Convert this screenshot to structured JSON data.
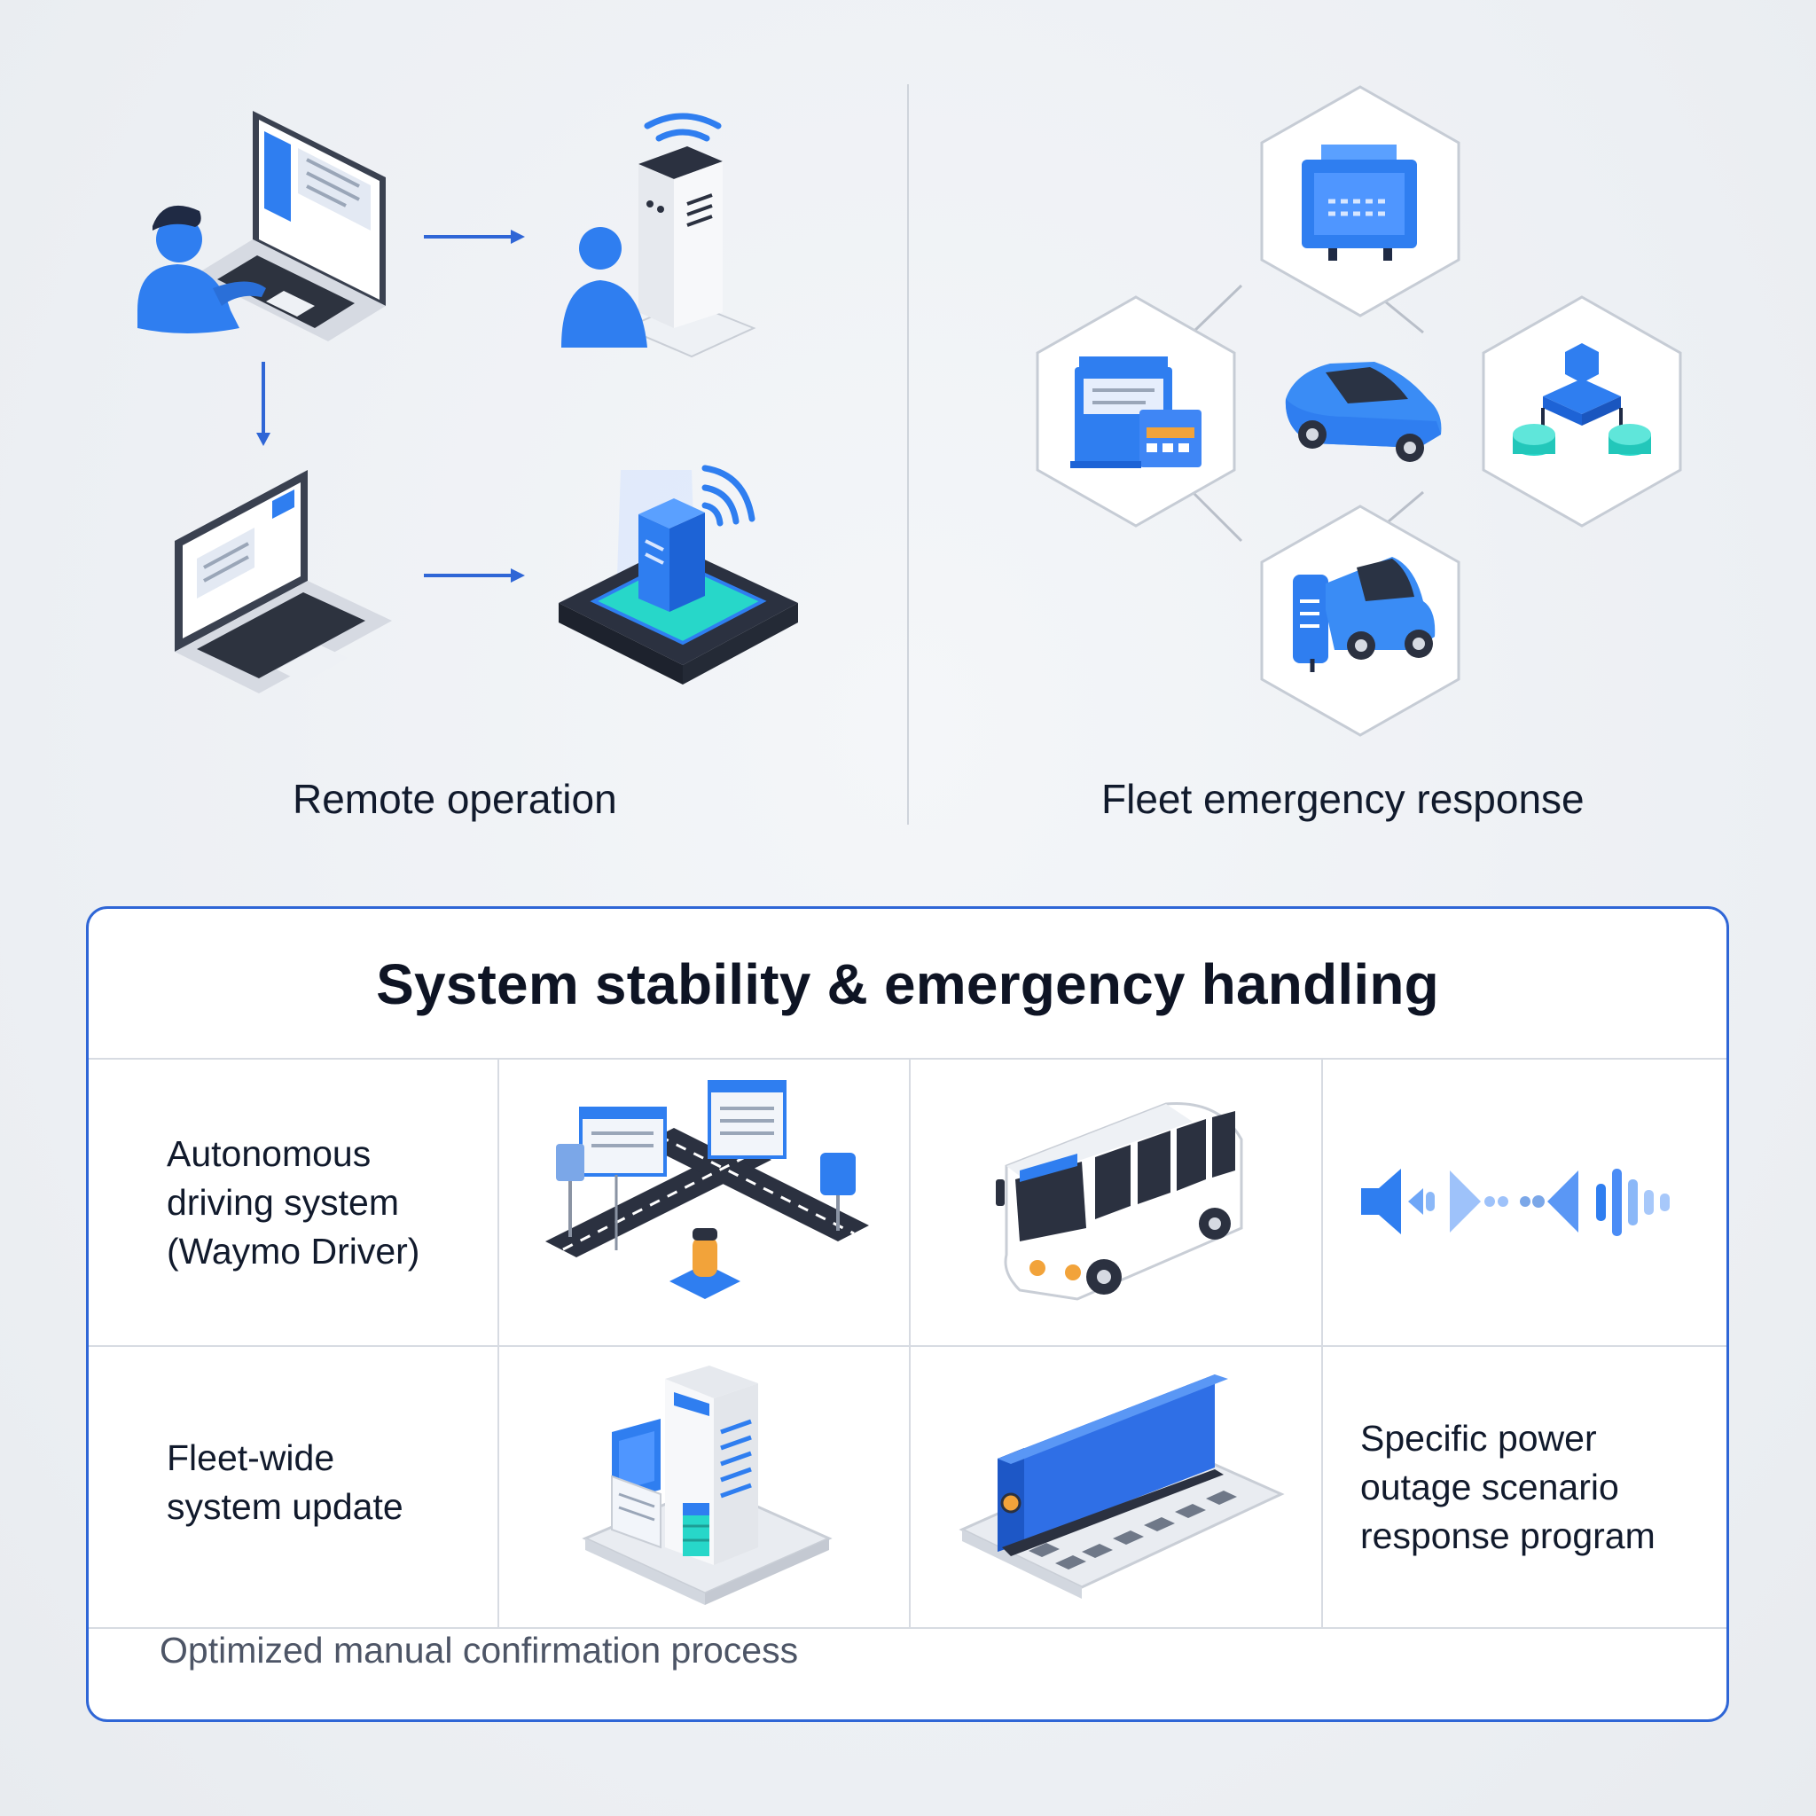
{
  "panels": {
    "left_title": "Remote operation",
    "right_title": "Fleet emergency response"
  },
  "card": {
    "title": "System stability & emergency handling",
    "cells": {
      "autonomous_driving": [
        "Autonomous",
        "driving system",
        "(Waymo Driver)"
      ],
      "fleet_update": [
        "Fleet-wide",
        "system update"
      ],
      "power_outage": [
        "Specific power",
        "outage scenario",
        "response program"
      ]
    },
    "footer": "Optimized manual confirmation process"
  },
  "colors": {
    "accent_blue": "#2f66d6",
    "icon_blue": "#2f7ef0",
    "teal": "#26d3c6",
    "dark": "#2b3140"
  }
}
